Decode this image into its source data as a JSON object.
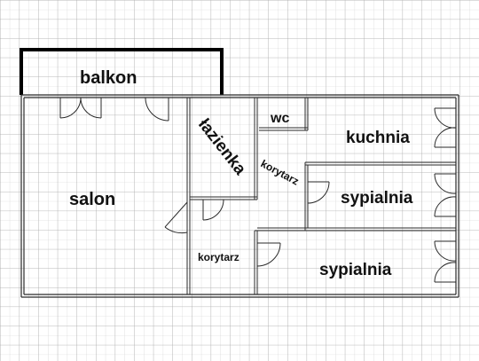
{
  "colors": {
    "grid": "#b9b9b9",
    "wall": "#2a2a2a",
    "wall_fill": "#9a9a9a",
    "balcony": "#000000",
    "text": "#111111"
  },
  "rooms": {
    "balkon": "balkon",
    "salon": "salon",
    "lazienka": "łazienka",
    "wc": "wc",
    "kuchnia": "kuchnia",
    "korytarz_upper": "korytarz",
    "sypialnia_upper": "sypialnia",
    "korytarz_lower": "korytarz",
    "sypialnia_lower": "sypialnia"
  }
}
